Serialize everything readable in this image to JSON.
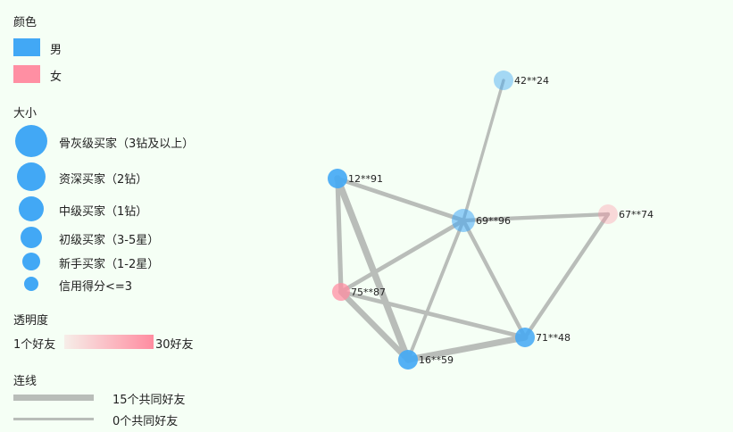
{
  "legend": {
    "color": {
      "title": "颜色",
      "male": {
        "label": "男",
        "color": "#42a8f5"
      },
      "female": {
        "label": "女",
        "color": "#ff8fa3"
      }
    },
    "size": {
      "title": "大小",
      "items": [
        {
          "label": "骨灰级买家（3钻及以上）"
        },
        {
          "label": "资深买家（2钻）"
        },
        {
          "label": "中级买家（1钻）"
        },
        {
          "label": "初级买家（3-5星）"
        },
        {
          "label": "新手买家（1-2星）"
        },
        {
          "label": "信用得分<=3"
        }
      ]
    },
    "opacity": {
      "title": "透明度",
      "min_label": "1个好友",
      "max_label": "30好友"
    },
    "links": {
      "title": "连线",
      "thick_label": "15个共同好友",
      "thin_label": "0个共同好友"
    }
  },
  "graph": {
    "nodes": [
      {
        "id": "42**24",
        "gender": "male",
        "opacity": 0.45
      },
      {
        "id": "12**91",
        "gender": "male",
        "opacity": 0.9
      },
      {
        "id": "69**96",
        "gender": "male",
        "opacity": 0.55
      },
      {
        "id": "67**74",
        "gender": "female",
        "opacity": 0.35
      },
      {
        "id": "75**87",
        "gender": "female",
        "opacity": 0.75
      },
      {
        "id": "71**48",
        "gender": "male",
        "opacity": 0.85
      },
      {
        "id": "16**59",
        "gender": "male",
        "opacity": 0.9
      }
    ],
    "links": [
      {
        "source": "42**24",
        "target": "69**96",
        "common": 2
      },
      {
        "source": "12**91",
        "target": "69**96",
        "common": 5
      },
      {
        "source": "69**96",
        "target": "67**74",
        "common": 4
      },
      {
        "source": "12**91",
        "target": "75**87",
        "common": 6
      },
      {
        "source": "12**91",
        "target": "16**59",
        "common": 11
      },
      {
        "source": "69**96",
        "target": "75**87",
        "common": 5
      },
      {
        "source": "69**96",
        "target": "16**59",
        "common": 3
      },
      {
        "source": "69**96",
        "target": "71**48",
        "common": 4
      },
      {
        "source": "67**74",
        "target": "71**48",
        "common": 4
      },
      {
        "source": "75**87",
        "target": "71**48",
        "common": 5
      },
      {
        "source": "75**87",
        "target": "16**59",
        "common": 9
      },
      {
        "source": "16**59",
        "target": "71**48",
        "common": 10
      }
    ]
  }
}
